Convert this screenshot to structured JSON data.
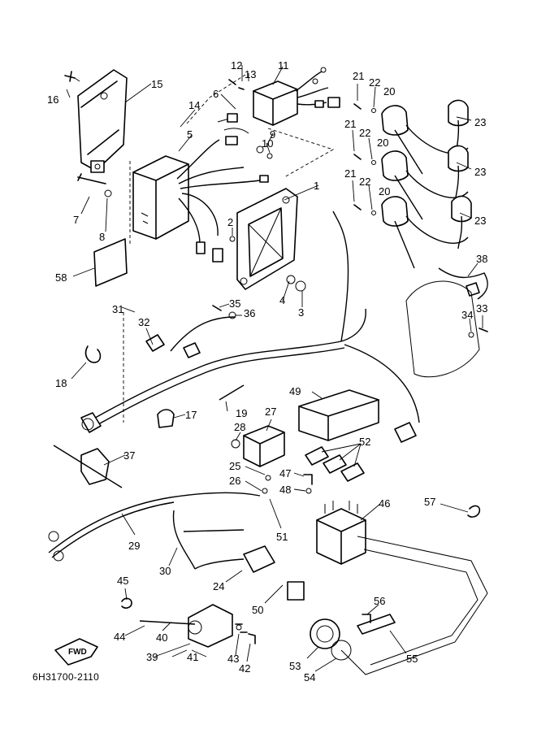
{
  "diagram": {
    "drawing_code": "6H31700-2110",
    "fwd_label": "FWD",
    "callouts": [
      "1",
      "2",
      "3",
      "4",
      "5",
      "6",
      "7",
      "8",
      "9",
      "10",
      "11",
      "12",
      "13",
      "14",
      "15",
      "16",
      "17",
      "18",
      "19",
      "20",
      "21",
      "22",
      "23",
      "24",
      "25",
      "26",
      "27",
      "28",
      "29",
      "30",
      "31",
      "32",
      "33",
      "34",
      "35",
      "36",
      "37",
      "38",
      "39",
      "40",
      "41",
      "42",
      "43",
      "44",
      "45",
      "46",
      "47",
      "48",
      "49",
      "50",
      "51",
      "52",
      "53",
      "54",
      "55",
      "56",
      "57",
      "58"
    ]
  }
}
